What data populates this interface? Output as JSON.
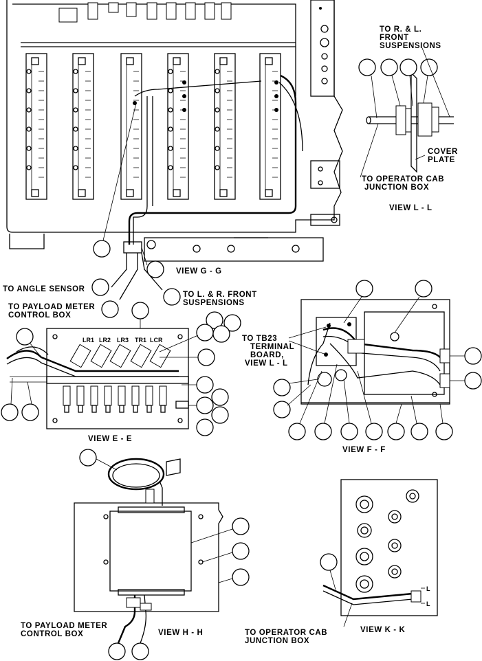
{
  "labels": {
    "to_rl_front_suspensions_1": "TO R. & L.",
    "to_rl_front_suspensions_2": "FRONT",
    "to_rl_front_suspensions_3": "SUSPENSIONS",
    "cover_plate_1": "COVER",
    "cover_plate_2": "PLATE",
    "to_operator_cab_jb_1": "TO OPERATOR CAB",
    "to_operator_cab_jb_2": "JUNCTION BOX",
    "view_ll": "VIEW L - L",
    "view_gg": "VIEW G - G",
    "to_angle_sensor": "TO ANGLE SENSOR",
    "to_lr_front_susp_1": "TO L. & R. FRONT",
    "to_lr_front_susp_2": "SUSPENSIONS",
    "to_payload_meter_cb_1": "TO PAYLOAD METER",
    "to_payload_meter_cb_2": "CONTROL BOX",
    "relay_lr1": "LR1",
    "relay_lr2": "LR2",
    "relay_lr3": "LR3",
    "relay_tr1": "TR1",
    "relay_lcr": "LCR",
    "to_tb23_1": "TO TB23",
    "to_tb23_2": "TERMINAL",
    "to_tb23_3": "BOARD,",
    "to_tb23_4": "VIEW L - L",
    "view_ee": "VIEW E - E",
    "view_ff": "VIEW F - F",
    "to_payload_meter_cb_b1": "TO PAYLOAD METER",
    "to_payload_meter_cb_b2": "CONTROL BOX",
    "view_hh": "VIEW H - H",
    "to_operator_cab_jb_b1": "TO OPERATOR CAB",
    "to_operator_cab_jb_b2": "JUNCTION BOX",
    "view_kk": "VIEW K - K",
    "l_mark_1": "L",
    "l_mark_2": "L"
  }
}
